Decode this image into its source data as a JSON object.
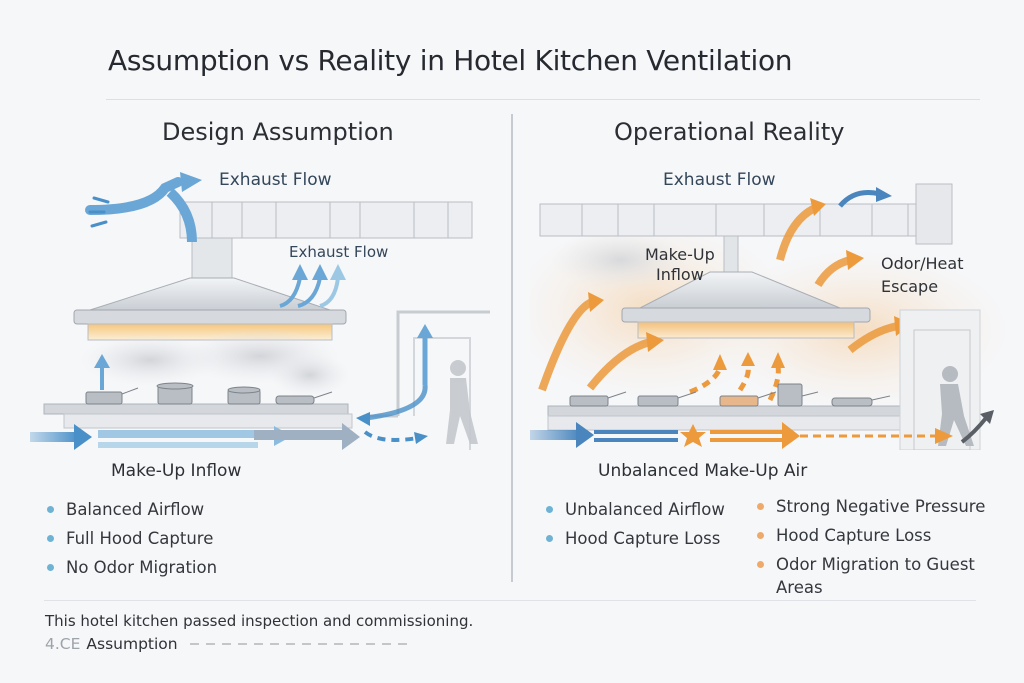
{
  "header": {
    "title": "Assumption vs Reality in Hotel Kitchen Ventilation"
  },
  "panels": {
    "left": {
      "heading": "Design Assumption",
      "labels": {
        "exhaust_top": "Exhaust Flow",
        "exhaust_hood": "Exhaust Flow"
      },
      "caption": "Make-Up Inflow",
      "bullets": [
        {
          "text": "Balanced Airflow",
          "color": "blue"
        },
        {
          "text": "Full Hood Capture",
          "color": "blue"
        },
        {
          "text": "No Odor Migration",
          "color": "blue"
        }
      ]
    },
    "right": {
      "heading": "Operational Reality",
      "labels": {
        "exhaust_top": "Exhaust Flow",
        "makeup_line1": "Make-Up",
        "makeup_line2": "Inflow",
        "escape_line1": "Odor/Heat",
        "escape_line2": "Escape"
      },
      "caption": "Unbalanced Make-Up Air",
      "bullets_col1": [
        {
          "text": "Unbalanced Airflow",
          "color": "blue"
        },
        {
          "text": "Hood Capture Loss",
          "color": "blue"
        }
      ],
      "bullets_col2": [
        {
          "text": "Strong Negative Pressure",
          "color": "orange"
        },
        {
          "text": "Hood Capture Loss",
          "color": "orange"
        },
        {
          "text": "Odor Migration to Guest Areas",
          "color": "orange"
        }
      ]
    }
  },
  "footer": {
    "note": "This hotel kitchen passed inspection and commissioning.",
    "tag_prefix": "4.CE",
    "tag_label": "Assumption"
  },
  "colors": {
    "blue_flow": "#4a90c8",
    "orange_flow": "#ec9a3c",
    "bullet_blue": "#6fb3d4",
    "bullet_orange": "#eeaa6b",
    "text_dark": "#262a30"
  },
  "icons": [
    "exhaust-hood-icon",
    "duct-icon",
    "cooking-pot-icon",
    "frying-pan-icon",
    "person-walking-icon",
    "door-icon",
    "airflow-arrow-icon",
    "burst-star-icon"
  ]
}
